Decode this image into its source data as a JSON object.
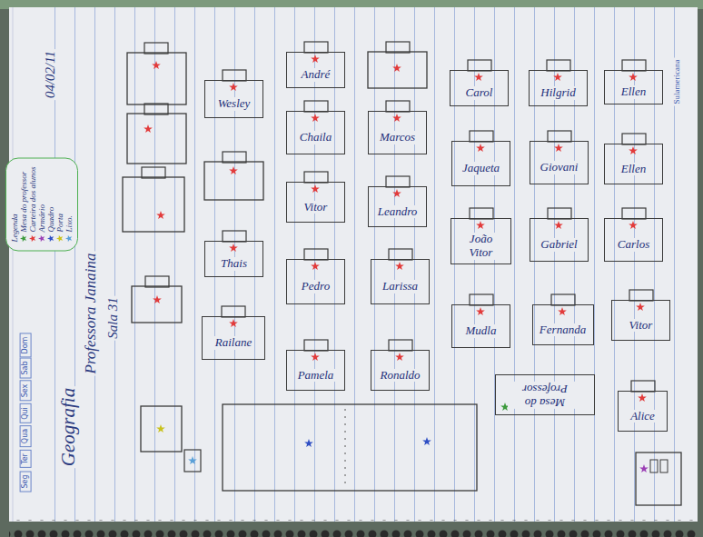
{
  "diagram": {
    "title": "Geografia",
    "nodes": [
      {
        "text": [
          "Wesley"
        ]
      },
      {
        "text": [
          "Thais"
        ]
      },
      {
        "text": [
          "Railane"
        ]
      },
      {
        "text": [
          "André"
        ]
      },
      {
        "text": [
          "Chaila"
        ]
      },
      {
        "text": [
          "Vitor"
        ]
      },
      {
        "text": [
          "Pedro"
        ]
      },
      {
        "text": [
          "Pamela"
        ]
      },
      {
        "text": [
          "Marcos"
        ]
      },
      {
        "text": [
          "Leandro"
        ]
      },
      {
        "text": [
          "Larissa"
        ]
      },
      {
        "text": [
          "Ronaldo"
        ]
      },
      {
        "text": [
          "Carol"
        ]
      },
      {
        "text": [
          "Jaqueta"
        ]
      },
      {
        "text": [
          "João Vitor"
        ]
      },
      {
        "text": [
          "Mudla"
        ]
      },
      {
        "text": [
          "Hilgrid"
        ]
      },
      {
        "text": [
          "Giovani"
        ]
      },
      {
        "text": [
          "Gabriel"
        ]
      },
      {
        "text": [
          "Fernanda"
        ]
      },
      {
        "text": [
          "Ellen"
        ]
      },
      {
        "text": [
          "Ellen"
        ]
      },
      {
        "text": [
          "Carlos"
        ]
      },
      {
        "text": [
          "Vitor"
        ]
      },
      {
        "text": [
          "Alice"
        ]
      },
      {
        "text": [
          "Mesa do Professor"
        ]
      }
    ],
    "labels": [
      "04/02/11",
      "Legenda",
      "Professora Janaina",
      "Sala 31",
      "Sulamericana",
      "Seg",
      "Ter",
      "Qua",
      "Qui",
      "Sex",
      "Sab",
      "Dom"
    ],
    "legend": [
      {
        "text": "Mesa do professor",
        "color": "#3c9a3c"
      },
      {
        "text": "Carteira dos alunos",
        "color": "#e23b3b"
      },
      {
        "text": "Armário",
        "color": "#9b3fb5"
      },
      {
        "text": "Quadro",
        "color": "#2f4fc4"
      },
      {
        "text": "Porta",
        "color": "#c9c21e"
      },
      {
        "text": "Lixo.",
        "color": "#5aa0d8"
      }
    ]
  }
}
